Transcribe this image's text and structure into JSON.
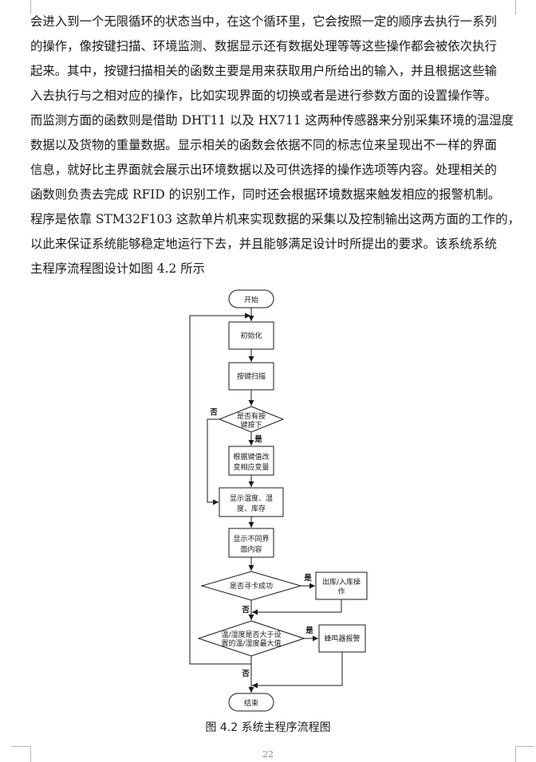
{
  "body_lines": [
    "会进入到一个无限循环的状态当中，在这个循环里，它会按照一定的顺序去执行一系列",
    "的操作，像按键扫描、环境监测、数据显示还有数据处理等等这些操作都会被依次执行",
    "起来。其中，按键扫描相关的函数主要是用来获取用户所给出的输入，并且根据这些输",
    "入去执行与之相对应的操作，比如实现界面的切换或者是进行参数方面的设置操作等。",
    "而监测方面的函数则是借助 DHT11 以及 HX711 这两种传感器来分别采集环境的温湿度",
    "数据以及货物的重量数据。显示相关的函数会依据不同的标志位来呈现出不一样的界面",
    "信息，就好比主界面就会展示出环境数据以及可供选择的操作选项等内容。处理相关的",
    "函数则负责去完成 RFID 的识别工作，同时还会根据环境数据来触发相应的报警机制。",
    "程序是依靠 STM32F103 这款单片机来实现数据的采集以及控制输出这两方面的工作的，",
    "以此来保证系统能够稳定地运行下去，并且能够满足设计时所提出的要求。该系统系统",
    "主程序流程图设计如图 4.2 所示"
  ],
  "flowchart": {
    "start": "开始",
    "init": "初始化",
    "key_scan": "按键扫描",
    "key_pressed": [
      "是否有按",
      "键按下"
    ],
    "change_var": [
      "根据键值改",
      "变相应变量"
    ],
    "show_env": [
      "显示温度、湿",
      "度、库存"
    ],
    "show_ui": [
      "显示不同界",
      "面内容"
    ],
    "rfid_ok": "是否寻卡成功",
    "in_out": [
      "出库/入库操",
      "作"
    ],
    "over_limit": [
      "温/湿度是否大于设",
      "置的温/湿度最大值"
    ],
    "buzzer": "蜂鸣器报警",
    "end": "结束",
    "yes": "是",
    "no": "否"
  },
  "caption": "图 4.2 系统主程序流程图",
  "page_number": "22"
}
